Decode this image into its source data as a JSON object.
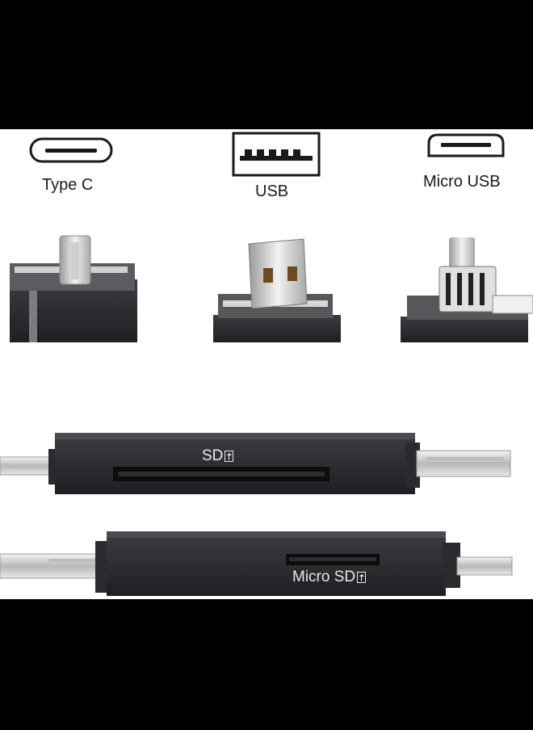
{
  "connector_labels": {
    "type_c": "Type C",
    "usb": "USB",
    "micro_usb": "Micro USB"
  },
  "icons": {
    "type_c": "type-c-port-icon",
    "usb": "usb-a-port-icon",
    "micro_usb": "micro-usb-port-icon"
  },
  "device_markings": {
    "top_reader_label": "SD",
    "bottom_reader_label": "Micro SD"
  },
  "colors": {
    "background": "#000000",
    "panel": "#ffffff",
    "device_body": "#2b2d31",
    "metal": "#d9d9d9"
  }
}
